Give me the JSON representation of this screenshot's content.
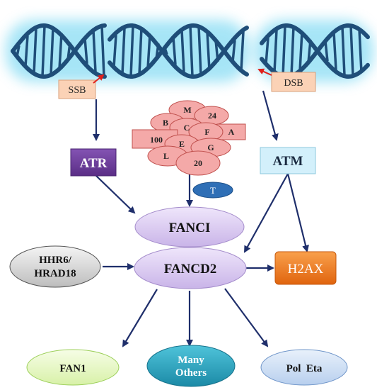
{
  "dna": {
    "ssb_label": "SSB",
    "dsb_label": "DSB"
  },
  "complex": {
    "subunits": [
      "M",
      "24",
      "B",
      "C",
      "F",
      "A",
      "100",
      "E",
      "G",
      "L",
      "20"
    ],
    "t_label": "T"
  },
  "kinases": {
    "atr": "ATR",
    "atm": "ATM"
  },
  "core": {
    "fanci": "FANCI",
    "fancd2": "FANCD2",
    "h2ax": "H2AX",
    "hhr6_line1": "HHR6/",
    "hhr6_line2": "HRAD18"
  },
  "outputs": {
    "fan1": "FAN1",
    "many_line1": "Many",
    "many_line2": "Others",
    "pol_eta": "Pol  Eta"
  },
  "colors": {
    "dna_strand": "#1f4e79",
    "dna_glow": "#5fd0f0",
    "arrow": "#1f2f6b",
    "break_arrow": "#e0201b",
    "atr_fill": "#6a3a95",
    "atm_fill": "#d3f0fb",
    "h2ax_fill": "#f07a1c",
    "fanc_fill": "#d8c8ef",
    "complex_fill": "#f4a9a8",
    "t_fill": "#2f6fb6",
    "fan1_fill": "#e9f9c8",
    "many_fill": "#2aa6c0",
    "pol_fill": "#cfe0f5"
  }
}
